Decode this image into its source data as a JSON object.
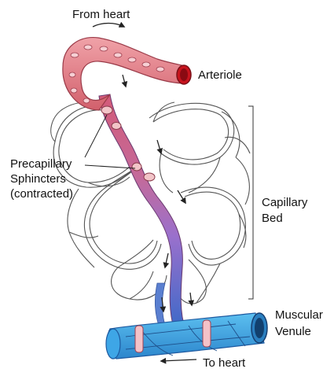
{
  "diagram": {
    "labels": {
      "from_heart": "From heart",
      "arteriole": "Arteriole",
      "precapillary_line1": "Precapillary",
      "precapillary_line2": "Sphincters",
      "precapillary_line3": "(contracted)",
      "capillary_line1": "Capillary",
      "capillary_line2": "Bed",
      "venule_line1": "Muscular",
      "venule_line2": "Venule",
      "to_heart": "To heart"
    },
    "colors": {
      "arteriole_fill": "#e98890",
      "arteriole_dark": "#c0404c",
      "arteriole_opening": "#c8141e",
      "thoroughfare_top": "#d35a78",
      "thoroughfare_mid": "#a16ac8",
      "thoroughfare_bottom": "#3b69c8",
      "venule_fill": "#3ea6e6",
      "venule_dark": "#1e5aa0",
      "capillary_stroke": "#555555",
      "sphincter_fill": "#f2c4c8"
    }
  }
}
